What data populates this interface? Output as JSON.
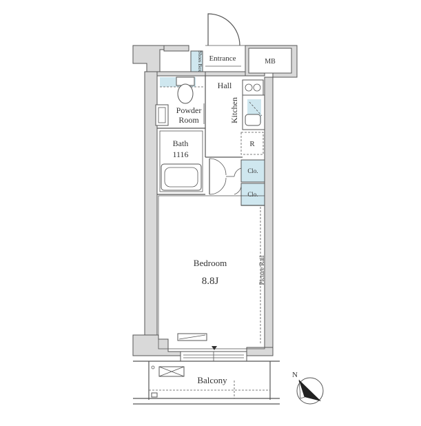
{
  "rooms": {
    "shoes_box": "Shoes Box",
    "entrance": "Entrance",
    "mb": "MB",
    "hall": "Hall",
    "kitchen": "Kitchen",
    "powder_room_line1": "Powder",
    "powder_room_line2": "Room",
    "bath": "Bath",
    "bath_size": "1116",
    "refrigerator": "R",
    "closet_1": "Clo.",
    "closet_2": "Clo.",
    "bedroom": "Bedroom",
    "bedroom_size": "8.8J",
    "picture_rail": "Picture Rail",
    "balcony": "Balcony"
  },
  "compass": {
    "label": "N"
  },
  "colors": {
    "wall_fill": "#d9d9d9",
    "closet_fill": "#cfe7ef",
    "line": "#555555"
  }
}
